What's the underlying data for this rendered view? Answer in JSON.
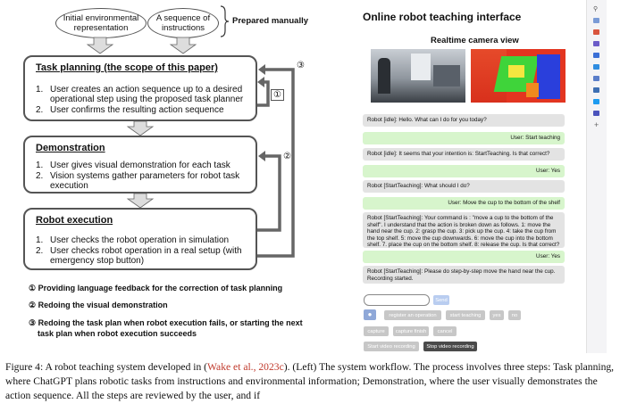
{
  "diagram": {
    "inputs": {
      "env": [
        "Initial environmental",
        "representation"
      ],
      "instr": [
        "A sequence of",
        "instructions"
      ],
      "brace_label": "Prepared manually"
    },
    "panels": [
      {
        "title": "Task planning (the scope of this paper)",
        "items": [
          {
            "num": "1.",
            "text": "User creates an action sequence up to a desired operational step using the proposed task planner"
          },
          {
            "num": "2.",
            "text": "User confirms the resulting action sequence"
          }
        ]
      },
      {
        "title": "Demonstration",
        "items": [
          {
            "num": "1.",
            "text": "User gives visual demonstration for each task"
          },
          {
            "num": "2.",
            "text": "Vision systems gather parameters for robot task execution"
          }
        ]
      },
      {
        "title": "Robot execution",
        "items": [
          {
            "num": "1.",
            "text": "User checks the robot operation in simulation"
          },
          {
            "num": "2.",
            "text": "User checks robot operation in a real setup (with emergency stop button)"
          }
        ]
      }
    ],
    "loop_markers": [
      "①",
      "②",
      "③"
    ],
    "legend": [
      "① Providing language feedback for the correction of task planning",
      "② Redoing the visual demonstration",
      "③ Redoing the task plan when robot execution fails, or starting the next",
      "task plan when robot execution succeeds"
    ]
  },
  "ui": {
    "title": "Online robot teaching interface",
    "camera_title": "Realtime camera view",
    "messages": [
      {
        "role": "robot",
        "text": "Robot [idle]: Hello. What can I do for you today?"
      },
      {
        "role": "user",
        "text": "User: Start teaching"
      },
      {
        "role": "robot",
        "text": "Robot [idle]: It seems that your intention is: StartTeaching. Is that correct?"
      },
      {
        "role": "user",
        "text": "User: Yes"
      },
      {
        "role": "robot",
        "text": "Robot [StartTeaching]: What should I do?"
      },
      {
        "role": "user",
        "text": "User: Move the cup to the bottom of the shelf"
      },
      {
        "role": "robot",
        "text": "Robot [StartTeaching]: Your command is : \"move a cup to the bottom of the shelf\". I understand that the action is broken down as follows. 1: move the hand near the cup. 2: grasp the cup. 3: pick up the cup. 4: take the cup from the top shelf. 5: move the cup downwards. 6: move the cup into the bottom shelf. 7. place the cup on the bottom shelf. 8: release the cup. Is that correct?"
      },
      {
        "role": "user",
        "text": "User: Yes"
      },
      {
        "role": "robot",
        "text": "Robot [StartTeaching]: Please do step-by-step move the hand near the cup. Recording started."
      }
    ],
    "send_label": "Send",
    "row1": [
      "register an operation",
      "start teaching",
      "yes",
      "no"
    ],
    "row2": [
      "capture",
      "capture finish",
      "cancel"
    ],
    "row3": [
      "Start video recording",
      "Stop video recording"
    ],
    "colors": {
      "robot_bubble": "#e3e3e3",
      "user_bubble": "#d7f5cc",
      "mic": "#8fa8d8"
    }
  },
  "caption": {
    "prefix": "Figure 4: A robot teaching system developed in (",
    "cite": "Wake et al., 2023c",
    "suffix": "). (Left) The system workflow. The process involves three steps: Task planning, where ChatGPT plans robotic tasks from instructions and environmental information; Demonstration, where the user visually demonstrates the action sequence. All the steps are reviewed by the user, and if"
  }
}
